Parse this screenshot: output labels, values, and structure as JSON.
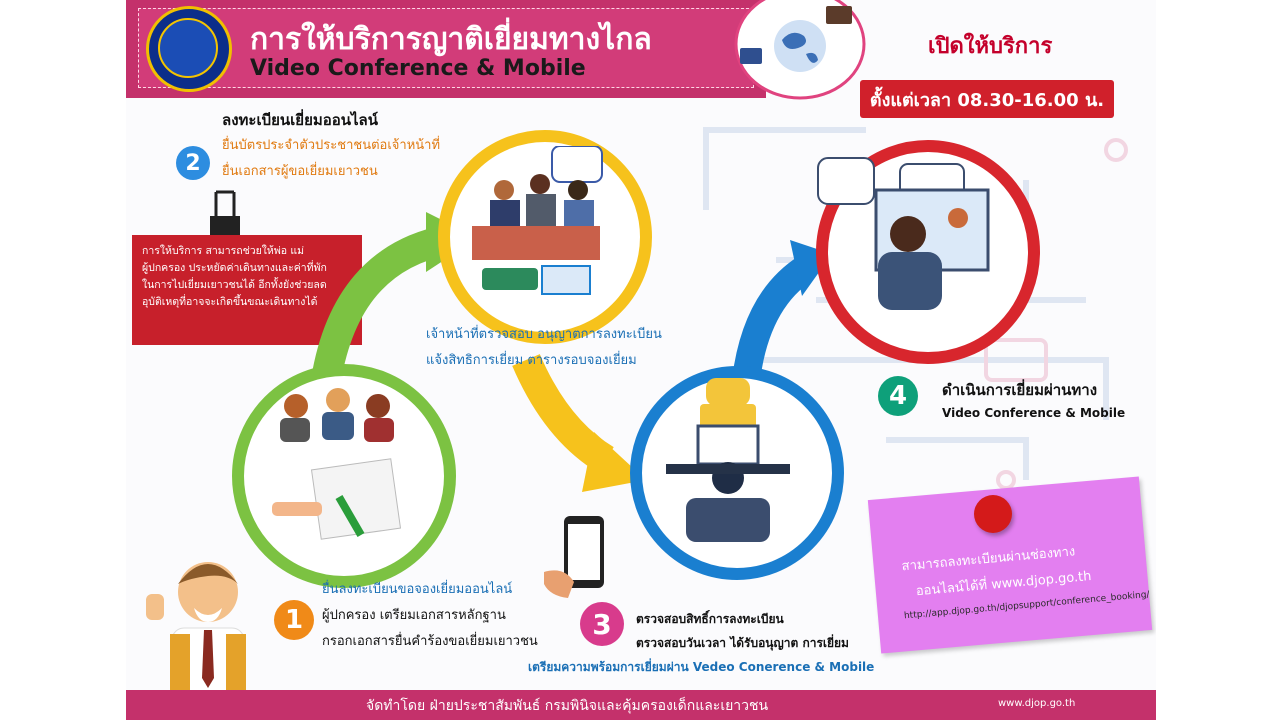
{
  "header": {
    "title_th": "การให้บริการญาติเยี่ยมทางไกล",
    "title_en": "Video Conference & Mobile"
  },
  "service": {
    "open_title": "เปิดให้บริการ",
    "hours": "ตั้งแต่เวลา 08.30-16.00 น."
  },
  "steps": {
    "step2": {
      "number": "2",
      "heading": "ลงทะเบียนเยี่ยมออนไลน์",
      "line1": "ยื่นบัตรประจำตัวประชาชนต่อเจ้าหน้าที่",
      "line2": "ยื่นเอกสารผู้ขอเยี่ยมเยาวชน"
    },
    "note": {
      "line1": "การให้บริการ สามารถช่วยให้พ่อ แม่",
      "line2": "ผู้ปกครอง ประหยัดค่าเดินทางและค่าที่พัก",
      "line3": "ในการไปเยี่ยมเยาวชนได้ อีกทั้งยังช่วยลด",
      "line4": "อุบัติเหตุที่อาจจะเกิดขึ้นขณะเดินทางได้"
    },
    "officer": {
      "line1": "เจ้าหน้าที่ตรวจสอบ อนุญาตการลงทะเบียน",
      "line2": "แจ้งสิทธิการเยี่ยม ตารางรอบจองเยี่ยม"
    },
    "step4": {
      "number": "4",
      "title": "ดำเนินการเยี่ยมผ่านทาง",
      "subtitle": "Video Conference & Mobile"
    },
    "step1": {
      "number": "1",
      "line1": "ยื่นลงทะเบียนขอจองเยี่ยมออนไลน์",
      "line2": "ผู้ปกครอง เตรียมเอกสารหลักฐาน",
      "line3": "กรอกเอกสารยื่นคำร้องขอเยี่ยมเยาวชน"
    },
    "step3": {
      "number": "3",
      "line1": "ตรวจสอบสิทธิ์การลงทะเบียน",
      "line2": "ตรวจสอบวันเวลา ได้รับอนุญาต การเยี่ยม",
      "line3": "เตรียมความพร้อมการเยี่ยมผ่าน Vedeo Conerence & Mobile"
    }
  },
  "pink_note": {
    "line1": "สามารถลงทะเบียนผ่านช่องทาง",
    "line2": "ออนไลน์ได้ที่ www.djop.go.th",
    "line3": "http://app.djop.go.th/djopsupport/conference_booking/"
  },
  "footer": {
    "text": "จัดทำโดย ฝ่ายประชาสัมพันธ์ กรมพินิจและคุ้มครองเด็กและเยาวชน",
    "url": "www.djop.go.th"
  },
  "colors": {
    "brand_pink": "#c4316b",
    "red": "#d0202b",
    "green": "#7cc242",
    "yellow": "#f6c21c",
    "blue": "#1a7fd0",
    "crimson": "#d8262d"
  }
}
